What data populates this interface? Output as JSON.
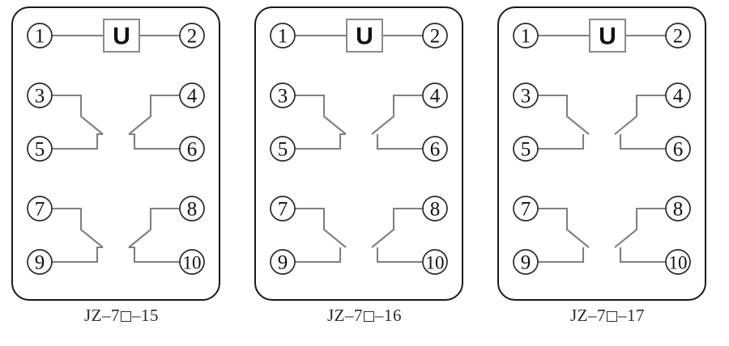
{
  "page": {
    "title": "JZ-7 relay internal wiring diagrams",
    "background": "#ffffff",
    "wire_color": "#808080",
    "outline_color": "#2b2b2b",
    "text_color": "#111111"
  },
  "coil": {
    "symbol": "U",
    "left_terminal": "1",
    "right_terminal": "2"
  },
  "diagrams": [
    {
      "id": "jz7-15",
      "caption_prefix": "JZ–7",
      "caption_suffix": "–15",
      "caption_full": "JZ-7□-15",
      "model_code": "15",
      "coil": {
        "symbol": "U",
        "left_terminal": "1",
        "right_terminal": "2"
      },
      "contacts": [
        {
          "group": "upper",
          "left_common": "3",
          "left_branch": "5",
          "right_common": "4",
          "right_branch": "6",
          "left_state": "closed",
          "right_state": "closed"
        },
        {
          "group": "lower",
          "left_common": "7",
          "left_branch": "9",
          "right_common": "8",
          "right_branch": "10",
          "left_state": "closed",
          "right_state": "closed"
        }
      ]
    },
    {
      "id": "jz7-16",
      "caption_prefix": "JZ–7",
      "caption_suffix": "–16",
      "caption_full": "JZ-7□-16",
      "model_code": "16",
      "coil": {
        "symbol": "U",
        "left_terminal": "1",
        "right_terminal": "2"
      },
      "contacts": [
        {
          "group": "upper",
          "left_common": "3",
          "left_branch": "5",
          "right_common": "4",
          "right_branch": "6",
          "left_state": "closed",
          "right_state": "open"
        },
        {
          "group": "lower",
          "left_common": "7",
          "left_branch": "9",
          "right_common": "8",
          "right_branch": "10",
          "left_state": "open",
          "right_state": "open"
        }
      ]
    },
    {
      "id": "jz7-17",
      "caption_prefix": "JZ–7",
      "caption_suffix": "–17",
      "caption_full": "JZ-7□-17",
      "model_code": "17",
      "coil": {
        "symbol": "U",
        "left_terminal": "1",
        "right_terminal": "2"
      },
      "contacts": [
        {
          "group": "upper",
          "left_common": "3",
          "left_branch": "5",
          "right_common": "4",
          "right_branch": "6",
          "left_state": "open",
          "right_state": "open"
        },
        {
          "group": "lower",
          "left_common": "7",
          "left_branch": "9",
          "right_common": "8",
          "right_branch": "10",
          "left_state": "open",
          "right_state": "open"
        }
      ]
    }
  ]
}
